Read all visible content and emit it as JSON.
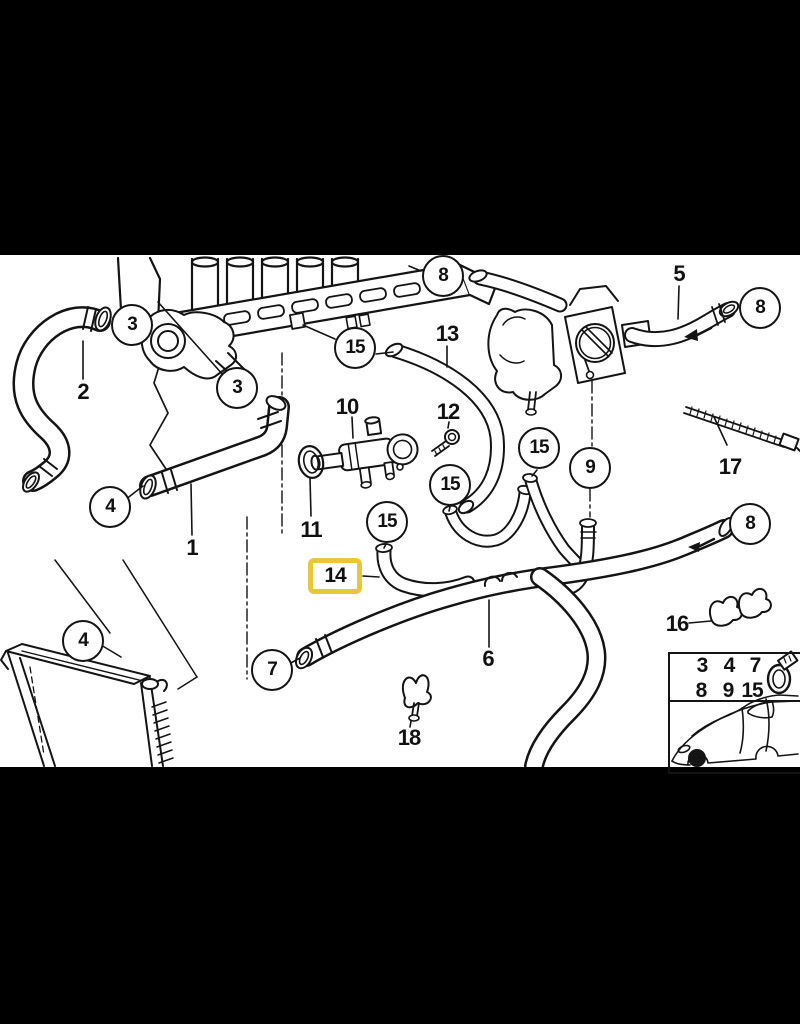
{
  "figure": {
    "kind": "parts-diagram",
    "description": "Cooling system water hoses exploded parts diagram, letterboxed on black",
    "background": "#000000",
    "canvas": "#ffffff",
    "line_color": "#141414",
    "highlight_color": "#e9c73d"
  },
  "callouts": {
    "circled": [
      {
        "text": "3"
      },
      {
        "text": "3"
      },
      {
        "text": "8"
      },
      {
        "text": "15"
      },
      {
        "text": "4"
      },
      {
        "text": "4"
      },
      {
        "text": "7"
      },
      {
        "text": "15"
      },
      {
        "text": "15"
      },
      {
        "text": "15"
      },
      {
        "text": "9"
      },
      {
        "text": "8"
      },
      {
        "text": "8"
      }
    ],
    "plain": [
      {
        "text": "2"
      },
      {
        "text": "1"
      },
      {
        "text": "5"
      },
      {
        "text": "10"
      },
      {
        "text": "11"
      },
      {
        "text": "12"
      },
      {
        "text": "13"
      },
      {
        "text": "17"
      },
      {
        "text": "16"
      },
      {
        "text": "18"
      },
      {
        "text": "6"
      }
    ],
    "highlighted": {
      "text": "14"
    }
  },
  "legend": {
    "row1": [
      "3",
      "4",
      "7"
    ],
    "row2": [
      "8",
      "9",
      "15"
    ],
    "clamp_icon": "hose-clamp-icon",
    "car_icon": "car-location-thumbnail"
  }
}
